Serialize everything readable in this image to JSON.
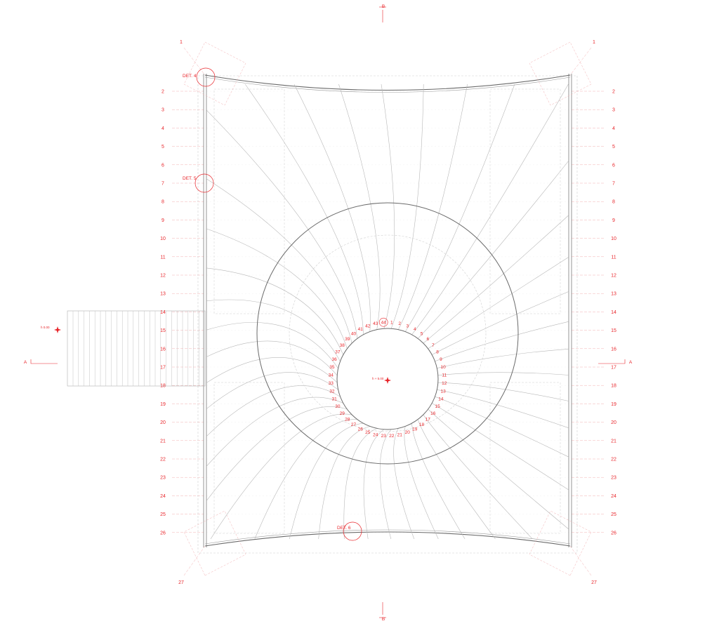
{
  "drawing": {
    "axes": [
      "1",
      "2",
      "3",
      "4",
      "5",
      "6",
      "7",
      "8",
      "9",
      "10",
      "11",
      "12",
      "13",
      "14",
      "15",
      "16",
      "17",
      "18",
      "19",
      "20",
      "21",
      "22",
      "23",
      "24",
      "25",
      "26",
      "27"
    ],
    "ribs": [
      "1",
      "2",
      "3",
      "4",
      "5",
      "6",
      "7",
      "8",
      "9",
      "10",
      "11",
      "12",
      "13",
      "14",
      "15",
      "16",
      "17",
      "18",
      "19",
      "20",
      "21",
      "22",
      "23",
      "24",
      "25",
      "26",
      "27",
      "28",
      "29",
      "30",
      "31",
      "32",
      "33",
      "34",
      "35",
      "36",
      "37",
      "38",
      "39",
      "40",
      "41",
      "42",
      "43",
      "44"
    ],
    "details": [
      "DET. 4",
      "DET. 5",
      "DET. 6"
    ],
    "sections": {
      "a": "A",
      "b": "B"
    },
    "levels": {
      "entry": "h 0.00",
      "center": "h + 5.00"
    },
    "colors": {
      "annotation": "#e8262b",
      "line": "#b8b8b8",
      "heavy": "#6a6a6a"
    }
  }
}
